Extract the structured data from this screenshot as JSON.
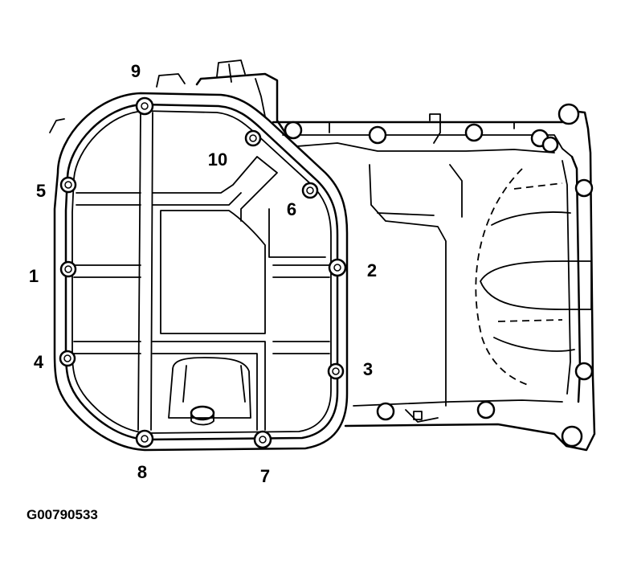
{
  "diagram": {
    "figure_id": "G00790533",
    "callouts": [
      "1",
      "2",
      "3",
      "4",
      "5",
      "6",
      "7",
      "8",
      "9",
      "10"
    ]
  }
}
